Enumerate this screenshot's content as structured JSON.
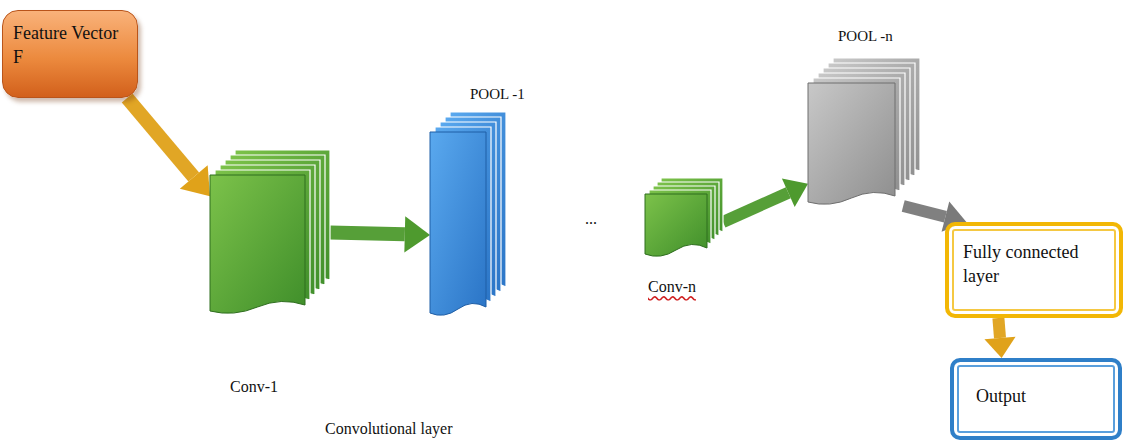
{
  "diagram": {
    "nodes": [
      {
        "text": [
          "Feature Vector F"
        ]
      },
      {
        "text": [
          "Conv-1"
        ]
      },
      {
        "text": [
          "POOL -1"
        ]
      },
      {
        "text": [
          "Conv-n"
        ]
      },
      {
        "text": [
          "POOL -n"
        ]
      },
      {
        "text": [
          "Fully connected layer"
        ]
      },
      {
        "text": [
          "Output"
        ]
      }
    ],
    "edges": [
      {
        "from": 0,
        "to": 1,
        "arrow": "to"
      },
      {
        "from": 1,
        "to": 2,
        "arrow": "to"
      },
      {
        "from": 3,
        "to": 4,
        "arrow": "to"
      },
      {
        "from": 4,
        "to": 5,
        "arrow": "to"
      },
      {
        "from": 5,
        "to": 6,
        "arrow": "to"
      }
    ],
    "labels": [
      "Convolutional layer",
      "..."
    ]
  }
}
